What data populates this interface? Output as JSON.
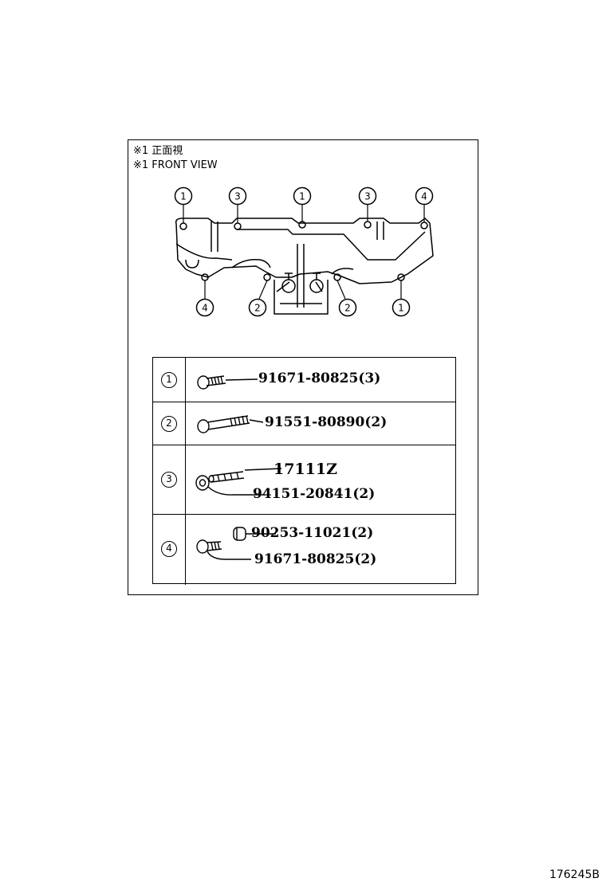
{
  "title": {
    "line1": "※1 正面視",
    "line2": "※1 FRONT VIEW"
  },
  "callouts": {
    "top": [
      "1",
      "3",
      "1",
      "3",
      "4"
    ],
    "bottom": [
      "4",
      "2",
      "2",
      "1"
    ]
  },
  "parts": [
    {
      "key": "1",
      "lines": [
        "91671-80825(3)"
      ]
    },
    {
      "key": "2",
      "lines": [
        "91551-80890(2)"
      ]
    },
    {
      "key": "3",
      "lines": [
        "17111Z",
        "94151-20841(2)"
      ]
    },
    {
      "key": "4",
      "lines": [
        "90253-11021(2)",
        "91671-80825(2)"
      ]
    }
  ],
  "figure_code": "176245B"
}
